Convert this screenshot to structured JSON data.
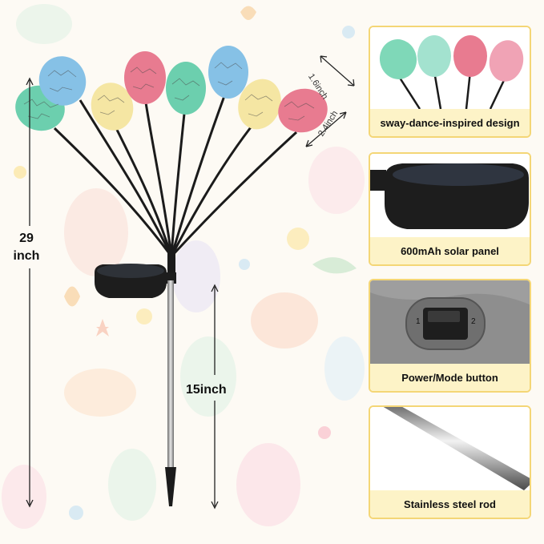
{
  "dimensions": {
    "total_height": "29 inch",
    "stake_length": "15inch",
    "egg_width": "1.6inch",
    "egg_length": "2.4inch"
  },
  "features": [
    {
      "label": "sway-dance-inspired design"
    },
    {
      "label": "600mAh solar panel"
    },
    {
      "label": "Power/Mode button",
      "switch_marks": [
        "1",
        "2"
      ]
    },
    {
      "label": "Stainless steel rod"
    }
  ],
  "colors": {
    "panel_border": "#f4d676",
    "caption_background": "#fdf3c7",
    "egg_mint": "#6ccfae",
    "egg_blue": "#86c1e6",
    "egg_pink": "#e87b90",
    "egg_yellow": "#f5e6a3"
  }
}
